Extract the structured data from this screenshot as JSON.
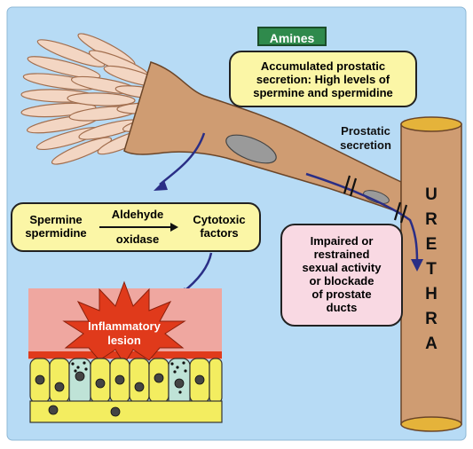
{
  "amines_label": "Amines",
  "prostatic_secretion_note": [
    "Accumulated prostatic",
    "secretion: High levels of",
    "spermine and spermidine"
  ],
  "prostatic_secretion_label": [
    "Prostatic",
    "secretion"
  ],
  "urethra_letters": [
    "U",
    "R",
    "E",
    "T",
    "H",
    "R",
    "A"
  ],
  "reaction": {
    "reactants": [
      "Spermine",
      "spermidine"
    ],
    "enzyme_top": "Aldehyde",
    "enzyme_bottom": "oxidase",
    "products": [
      "Cytotoxic",
      "factors"
    ]
  },
  "impaired_note": [
    "Impaired or",
    "restrained",
    "sexual activity",
    "or blockade",
    "of prostate",
    "ducts"
  ],
  "lesion_label": [
    "Inflammatory",
    "lesion"
  ],
  "colors": {
    "background": "#b7dbf5",
    "tissue": "#cf9c72",
    "lobule": "#f3d6c3",
    "note_yellow": "#fbf6a6",
    "note_pink": "#f9d9e3",
    "amines_green": "#2f8a4c",
    "arrow_navy": "#2a2e86",
    "lesion_red": "#e03a1b",
    "lesion_bg": "#efa7a0",
    "cells": "#f3ed60",
    "damaged_cells": "#bfe3d7"
  }
}
